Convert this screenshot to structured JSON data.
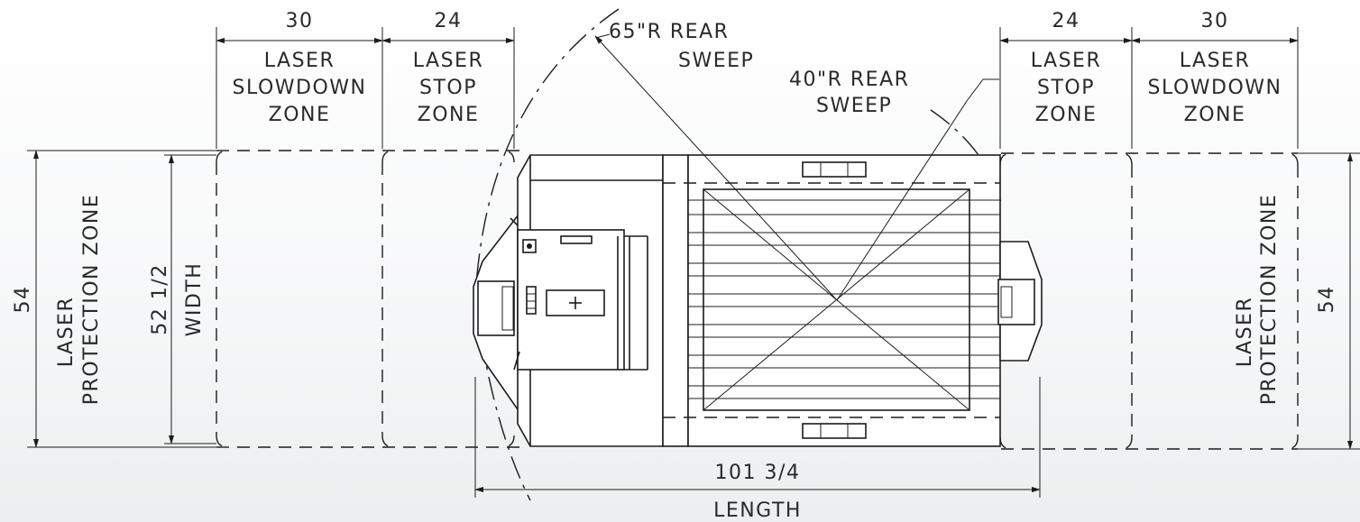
{
  "dimensions": {
    "left_slowdown": "30",
    "left_stop": "24",
    "right_stop": "24",
    "right_slowdown": "30",
    "left_height": "54",
    "right_height": "54",
    "width_value": "52 1/2",
    "width_label": "WIDTH",
    "length_value": "101 3/4",
    "length_label": "LENGTH"
  },
  "zones": {
    "left_slowdown": [
      "LASER",
      "SLOWDOWN",
      "ZONE"
    ],
    "left_stop": [
      "LASER",
      "STOP",
      "ZONE"
    ],
    "right_stop": [
      "LASER",
      "STOP",
      "ZONE"
    ],
    "right_slowdown": [
      "LASER",
      "SLOWDOWN",
      "ZONE"
    ],
    "left_protection": [
      "LASER",
      "PROTECTION ZONE"
    ],
    "right_protection": [
      "LASER",
      "PROTECTION ZONE"
    ]
  },
  "sweeps": {
    "rear_65": [
      "65\"R REAR",
      "SWEEP"
    ],
    "rear_40": [
      "40\"R REAR",
      "SWEEP"
    ]
  }
}
